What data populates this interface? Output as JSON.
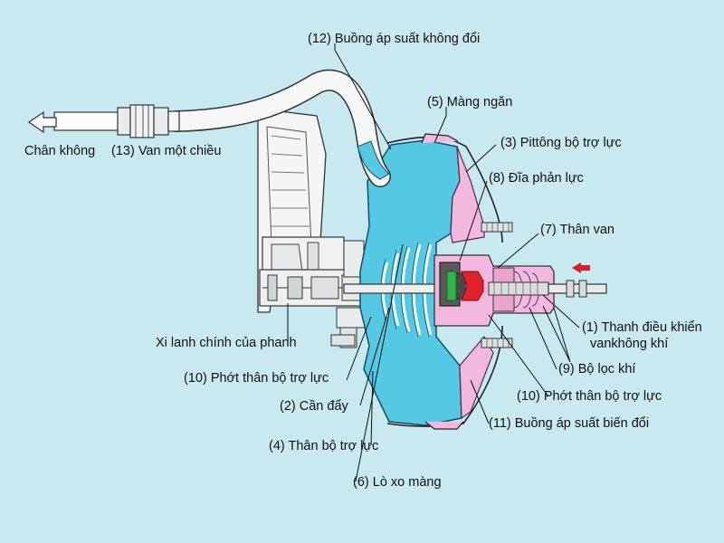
{
  "labels": {
    "chan_khong": "Chân không",
    "van_mot_chieu": "(13) Van một chiều",
    "buong_ap_suat_khong_doi": "(12) Buồng áp suất không đổi",
    "mang_ngan": "(5) Màng ngăn",
    "pitong": "(3) Pittông bộ trợ lực",
    "dia_phan_luc": "(8) Đĩa phản lực",
    "than_van": "(7) Thân van",
    "thanh_dieu_khien_1": "(1) Thanh điều khiển",
    "thanh_dieu_khien_2": "vankhông khí",
    "bo_loc_khi": "(9) Bộ lọc khí",
    "phot_than_right": "(10) Phớt thân bộ trợ lực",
    "buong_bien_doi": "(11) Buồng áp suất biến đổi",
    "xi_lanh": "Xi lanh chính của phanh",
    "phot_than_left": "(10) Phớt thân bộ trợ lực",
    "can_day": "(2) Cần đẩy",
    "than_bo_tro_luc": "(4) Thân bộ trợ lực",
    "lo_xo_mang": "(6) Lò xo màng"
  },
  "colors": {
    "background": "#c7e9ef",
    "constant_chamber": "#55c8e4",
    "variable_chamber": "#f2b8de",
    "reaction_disc": "#2fb84a",
    "valve_red": "#e1222a",
    "arrow_red": "#d61f26"
  }
}
